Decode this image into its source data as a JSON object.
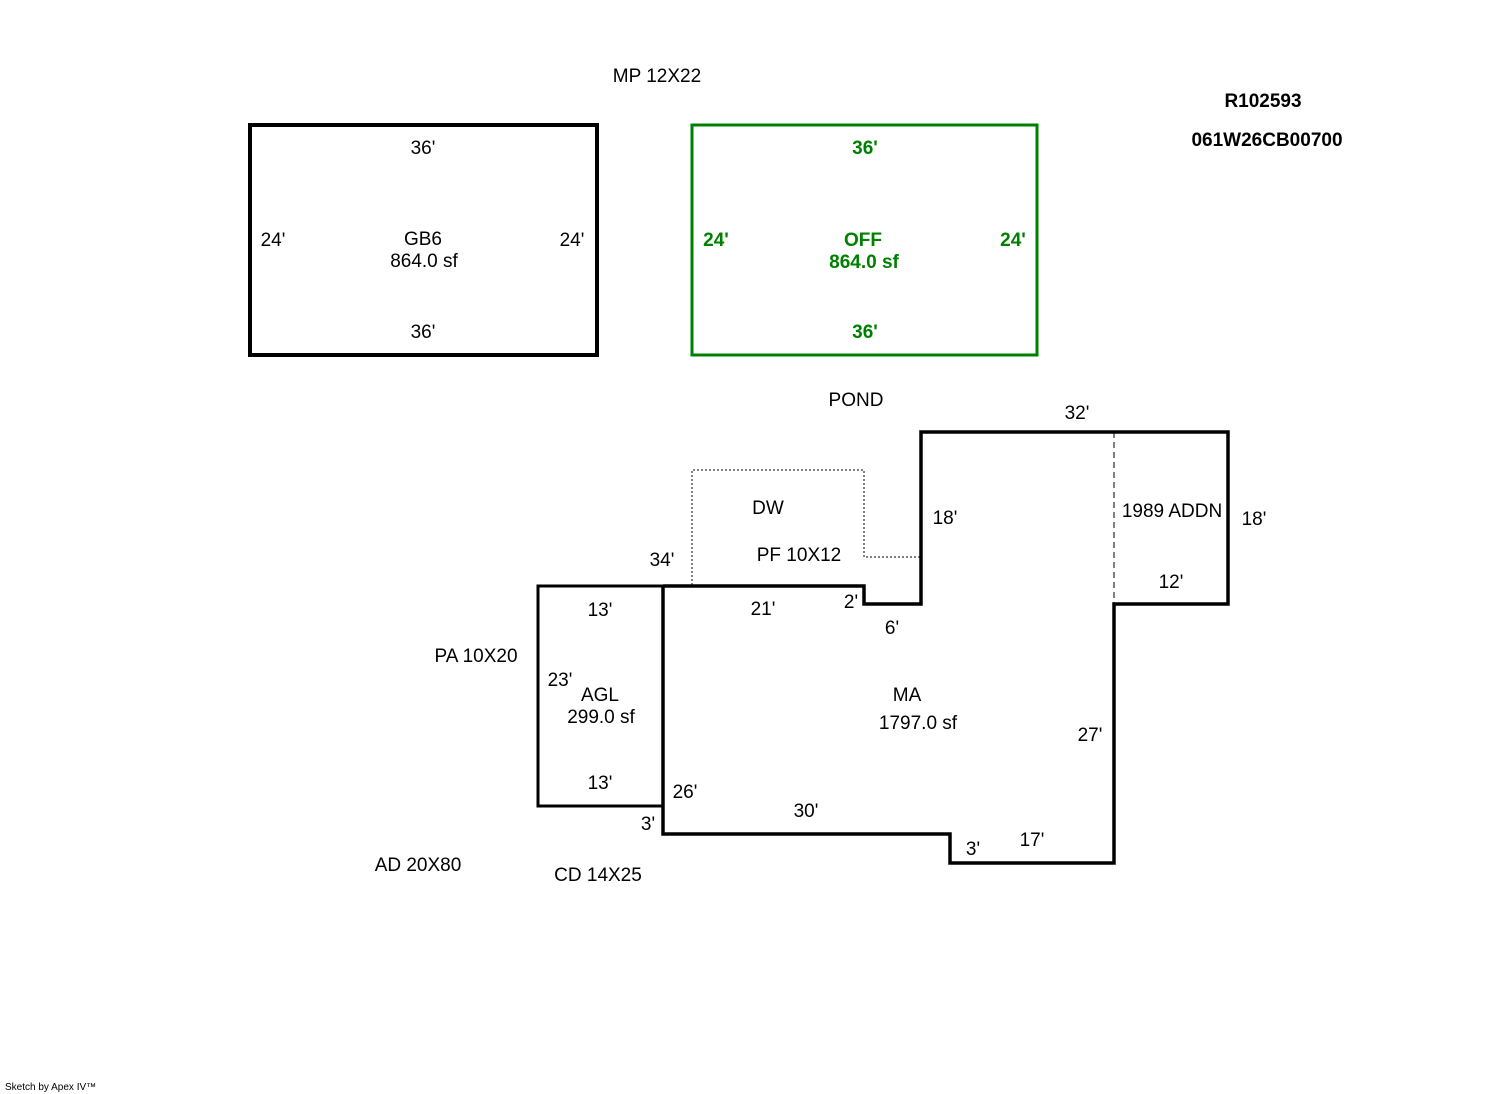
{
  "header": {
    "parcel_id": "R102593",
    "map_number": "061W26CB00700",
    "mp_label": "MP 12X22"
  },
  "gb6": {
    "name": "GB6",
    "area": "864.0 sf",
    "top": "36'",
    "bottom": "36'",
    "left": "24'",
    "right": "24'"
  },
  "off": {
    "name": "OFF",
    "area": "864.0 sf",
    "top": "36'",
    "bottom": "36'",
    "left": "24'",
    "right": "24'",
    "color": "#008000"
  },
  "labels": {
    "pond": "POND",
    "dw": "DW",
    "pf": "PF 10X12",
    "pa": "PA 10X20",
    "ad": "AD 20X80",
    "cd": "CD 14X25",
    "addn": "1989 ADDN",
    "credit": "Sketch by Apex IV™"
  },
  "ma": {
    "name": "MA",
    "area": "1797.0 sf",
    "dims": {
      "top_addn": "32'",
      "left_upper": "18'",
      "right_addn": "18'",
      "addn_bottom": "12'",
      "right_main": "27'",
      "bottom_right": "17'",
      "step_small": "3'",
      "bottom_main": "30'",
      "left_main": "26'",
      "step_left": "3'",
      "top_main": "21'",
      "notch_small": "2'",
      "notch_bottom": "6'",
      "dw_dim": "34'"
    }
  },
  "agl": {
    "name": "AGL",
    "area": "299.0 sf",
    "top": "13'",
    "bottom": "13'",
    "left": "23'"
  }
}
